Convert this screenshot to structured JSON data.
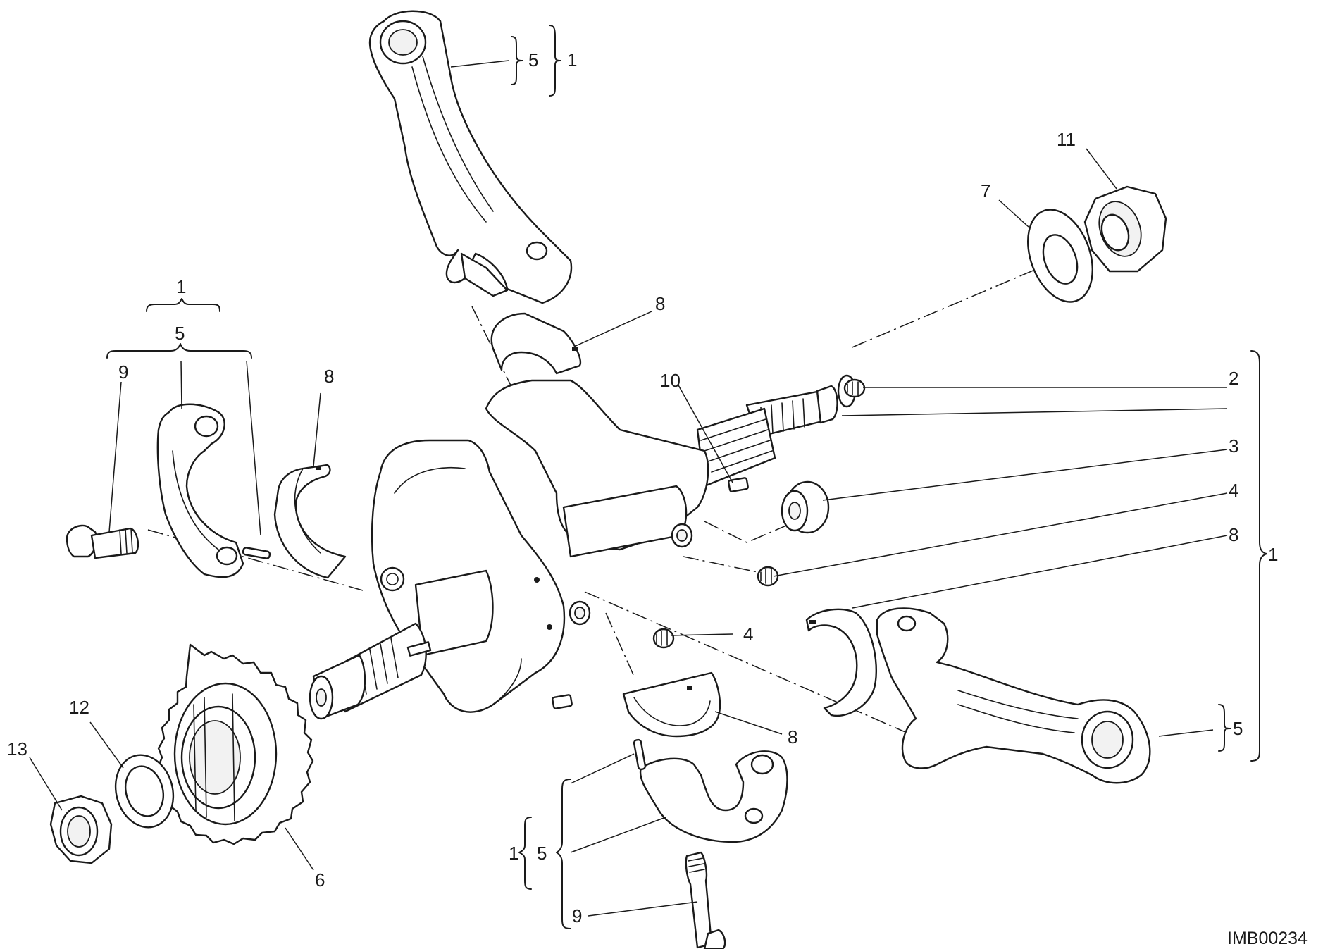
{
  "diagram": {
    "reference_code": "IMB00234",
    "callouts": {
      "c1_top": "1",
      "c5_top": "5",
      "c11": "11",
      "c7": "7",
      "c8_top": "8",
      "c1_left": "1",
      "c5_left": "5",
      "c9_left": "9",
      "c8_left": "8",
      "c10": "10",
      "c2": "2",
      "c3": "3",
      "c4_right": "4",
      "c8_right": "8",
      "c1_right": "1",
      "c4_mid": "4",
      "c5_right": "5",
      "c8_bottom": "8",
      "c12": "12",
      "c13": "13",
      "c6": "6",
      "c1_bottom": "1",
      "c5_bottom": "5",
      "c9_bottom": "9"
    }
  }
}
